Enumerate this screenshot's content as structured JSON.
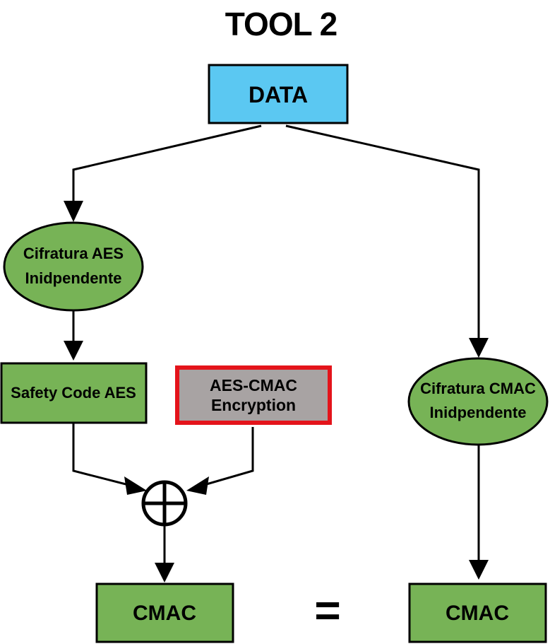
{
  "title": "TOOL 2",
  "colors": {
    "data_fill": "#5bc8f2",
    "green_fill": "#77b356",
    "gray_fill": "#a8a3a3",
    "red_border": "#e4141b",
    "stroke": "#000000"
  },
  "nodes": {
    "data": {
      "label": "DATA"
    },
    "aes_cipher": {
      "line1": "Cifratura AES",
      "line2": "Inidpendente"
    },
    "safety_code": {
      "label": "Safety Code AES"
    },
    "aes_cmac": {
      "line1": "AES-CMAC",
      "line2": "Encryption"
    },
    "cmac_cipher": {
      "line1": "Cifratura CMAC",
      "line2": "Inidpendente"
    },
    "cmac_left": {
      "label": "CMAC"
    },
    "cmac_right": {
      "label": "CMAC"
    }
  },
  "operators": {
    "xor": {
      "name": "xor-operator"
    },
    "equals": {
      "label": "="
    }
  }
}
